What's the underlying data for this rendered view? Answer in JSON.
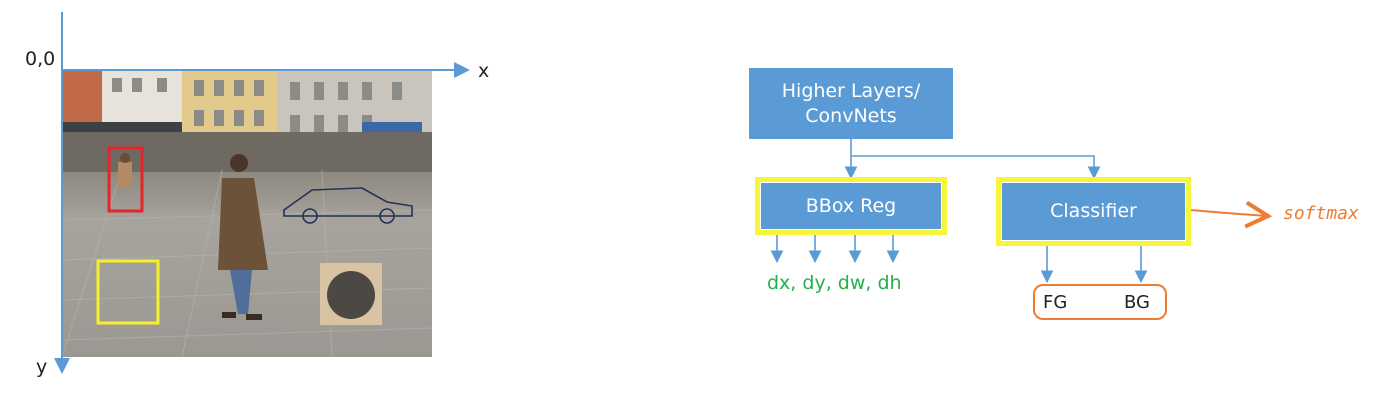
{
  "left_panel": {
    "origin_label": "0,0",
    "x_axis_label": "x",
    "y_axis_label": "y",
    "box_colors": {
      "red": "#e5252a",
      "yellow": "#f5f02a"
    }
  },
  "right_panel": {
    "top_box": "Higher Layers/ ConvNets",
    "bbox_reg": "BBox Reg",
    "classifier": "Classifier",
    "regression_outputs": "dx, dy, dw, dh",
    "class_fg": "FG",
    "class_bg": "BG",
    "softmax_note": "softmax",
    "colors": {
      "box_fill": "#5b9bd5",
      "highlight": "#f5f53b",
      "arrow": "#5b9bd5",
      "regression_text": "#22b14c",
      "annotation": "#ed7d31"
    }
  }
}
